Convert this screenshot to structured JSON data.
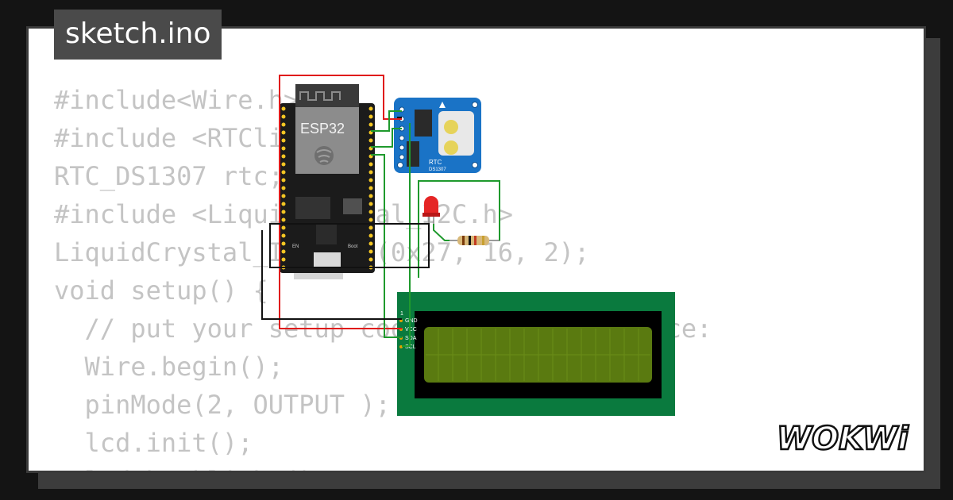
{
  "editor": {
    "filename": "sketch.ino",
    "code_lines": [
      "#include<Wire.h>",
      "#include <RTClib.h>",
      "RTC_DS1307 rtc;",
      "#include <LiquidCrystal_I2C.h>",
      "LiquidCrystal_I2C lcd(0x27, 16, 2);",
      "void setup() {",
      "  // put your setup code here, to run once:",
      "  Wire.begin();",
      "  pinMode(2, OUTPUT );",
      "  lcd.init();",
      "  lcd.backlight();"
    ]
  },
  "circuit": {
    "mcu_label": "ESP32",
    "rtc_label": "RTC",
    "rtc_part": "DS1307",
    "lcd_pin_labels": [
      "GND",
      "VCC",
      "SDA",
      "SCL"
    ],
    "lcd_pin_index": "1",
    "esp_boot_label": "Boot",
    "esp_en_label": "EN"
  },
  "branding": {
    "logo_text": "WOKWi"
  },
  "colors": {
    "background": "#141414",
    "code_text": "#c4c4c4",
    "tab": "#4a4a4a",
    "wire_red": "#e01b1b",
    "wire_green": "#1f9a2d",
    "wire_black": "#111111",
    "rtc_board": "#1a73c6",
    "lcd_board": "#0a7a3e",
    "lcd_screen": "#5a7a10"
  }
}
